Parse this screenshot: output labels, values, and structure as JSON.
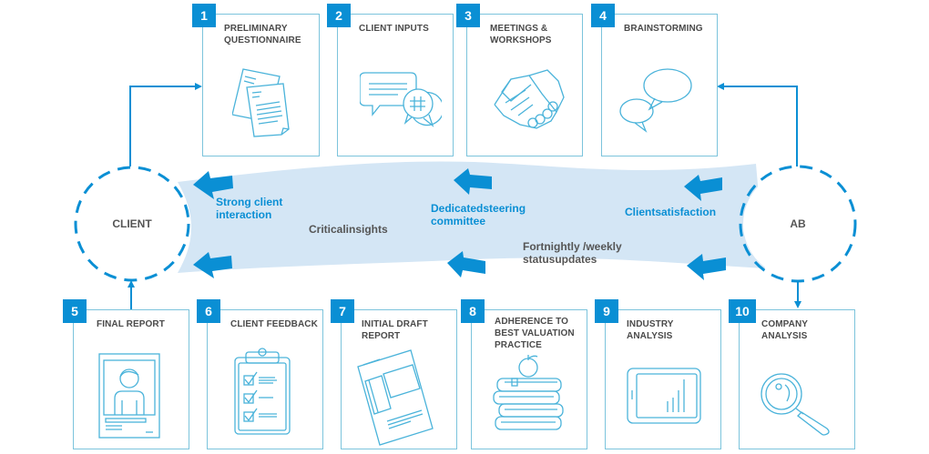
{
  "colors": {
    "accent": "#0a8fd4",
    "card_border": "#7cc4dc",
    "band_fill": "#d4e6f5",
    "title_text": "#4a4a4a"
  },
  "nodes": {
    "client": "CLIENT",
    "ab": "AB"
  },
  "band_labels": {
    "strong_client_interaction": "Strong client\ninteraction",
    "critical_insights": "Criticalinsights",
    "dedicated_steering_committee": "Dedicatedsteering\ncommittee",
    "client_satisfaction": "Clientsatisfaction",
    "status_updates": "Fortnightly /weekly\nstatusupdates"
  },
  "steps": [
    {
      "number": "1",
      "title": "PRELIMINARY\nQUESTIONNAIRE",
      "icon": "documents-icon"
    },
    {
      "number": "2",
      "title": "CLIENT INPUTS",
      "icon": "chat-bubbles-hash-icon"
    },
    {
      "number": "3",
      "title": "MEETINGS &\nWORKSHOPS",
      "icon": "handshake-icon"
    },
    {
      "number": "4",
      "title": "BRAINSTORMING",
      "icon": "speech-bubbles-icon"
    },
    {
      "number": "5",
      "title": "FINAL REPORT",
      "icon": "report-person-icon"
    },
    {
      "number": "6",
      "title": "CLIENT FEEDBACK",
      "icon": "clipboard-checklist-icon"
    },
    {
      "number": "7",
      "title": "INITIAL DRAFT\nREPORT",
      "icon": "draft-document-icon"
    },
    {
      "number": "8",
      "title": "ADHERENCE TO\nBEST VALUATION\nPRACTICE",
      "icon": "books-apple-icon"
    },
    {
      "number": "9",
      "title": "INDUSTRY ANALYSIS",
      "icon": "tablet-chart-icon"
    },
    {
      "number": "10",
      "title": "COMPANY ANALYSIS",
      "icon": "magnifier-icon"
    }
  ]
}
